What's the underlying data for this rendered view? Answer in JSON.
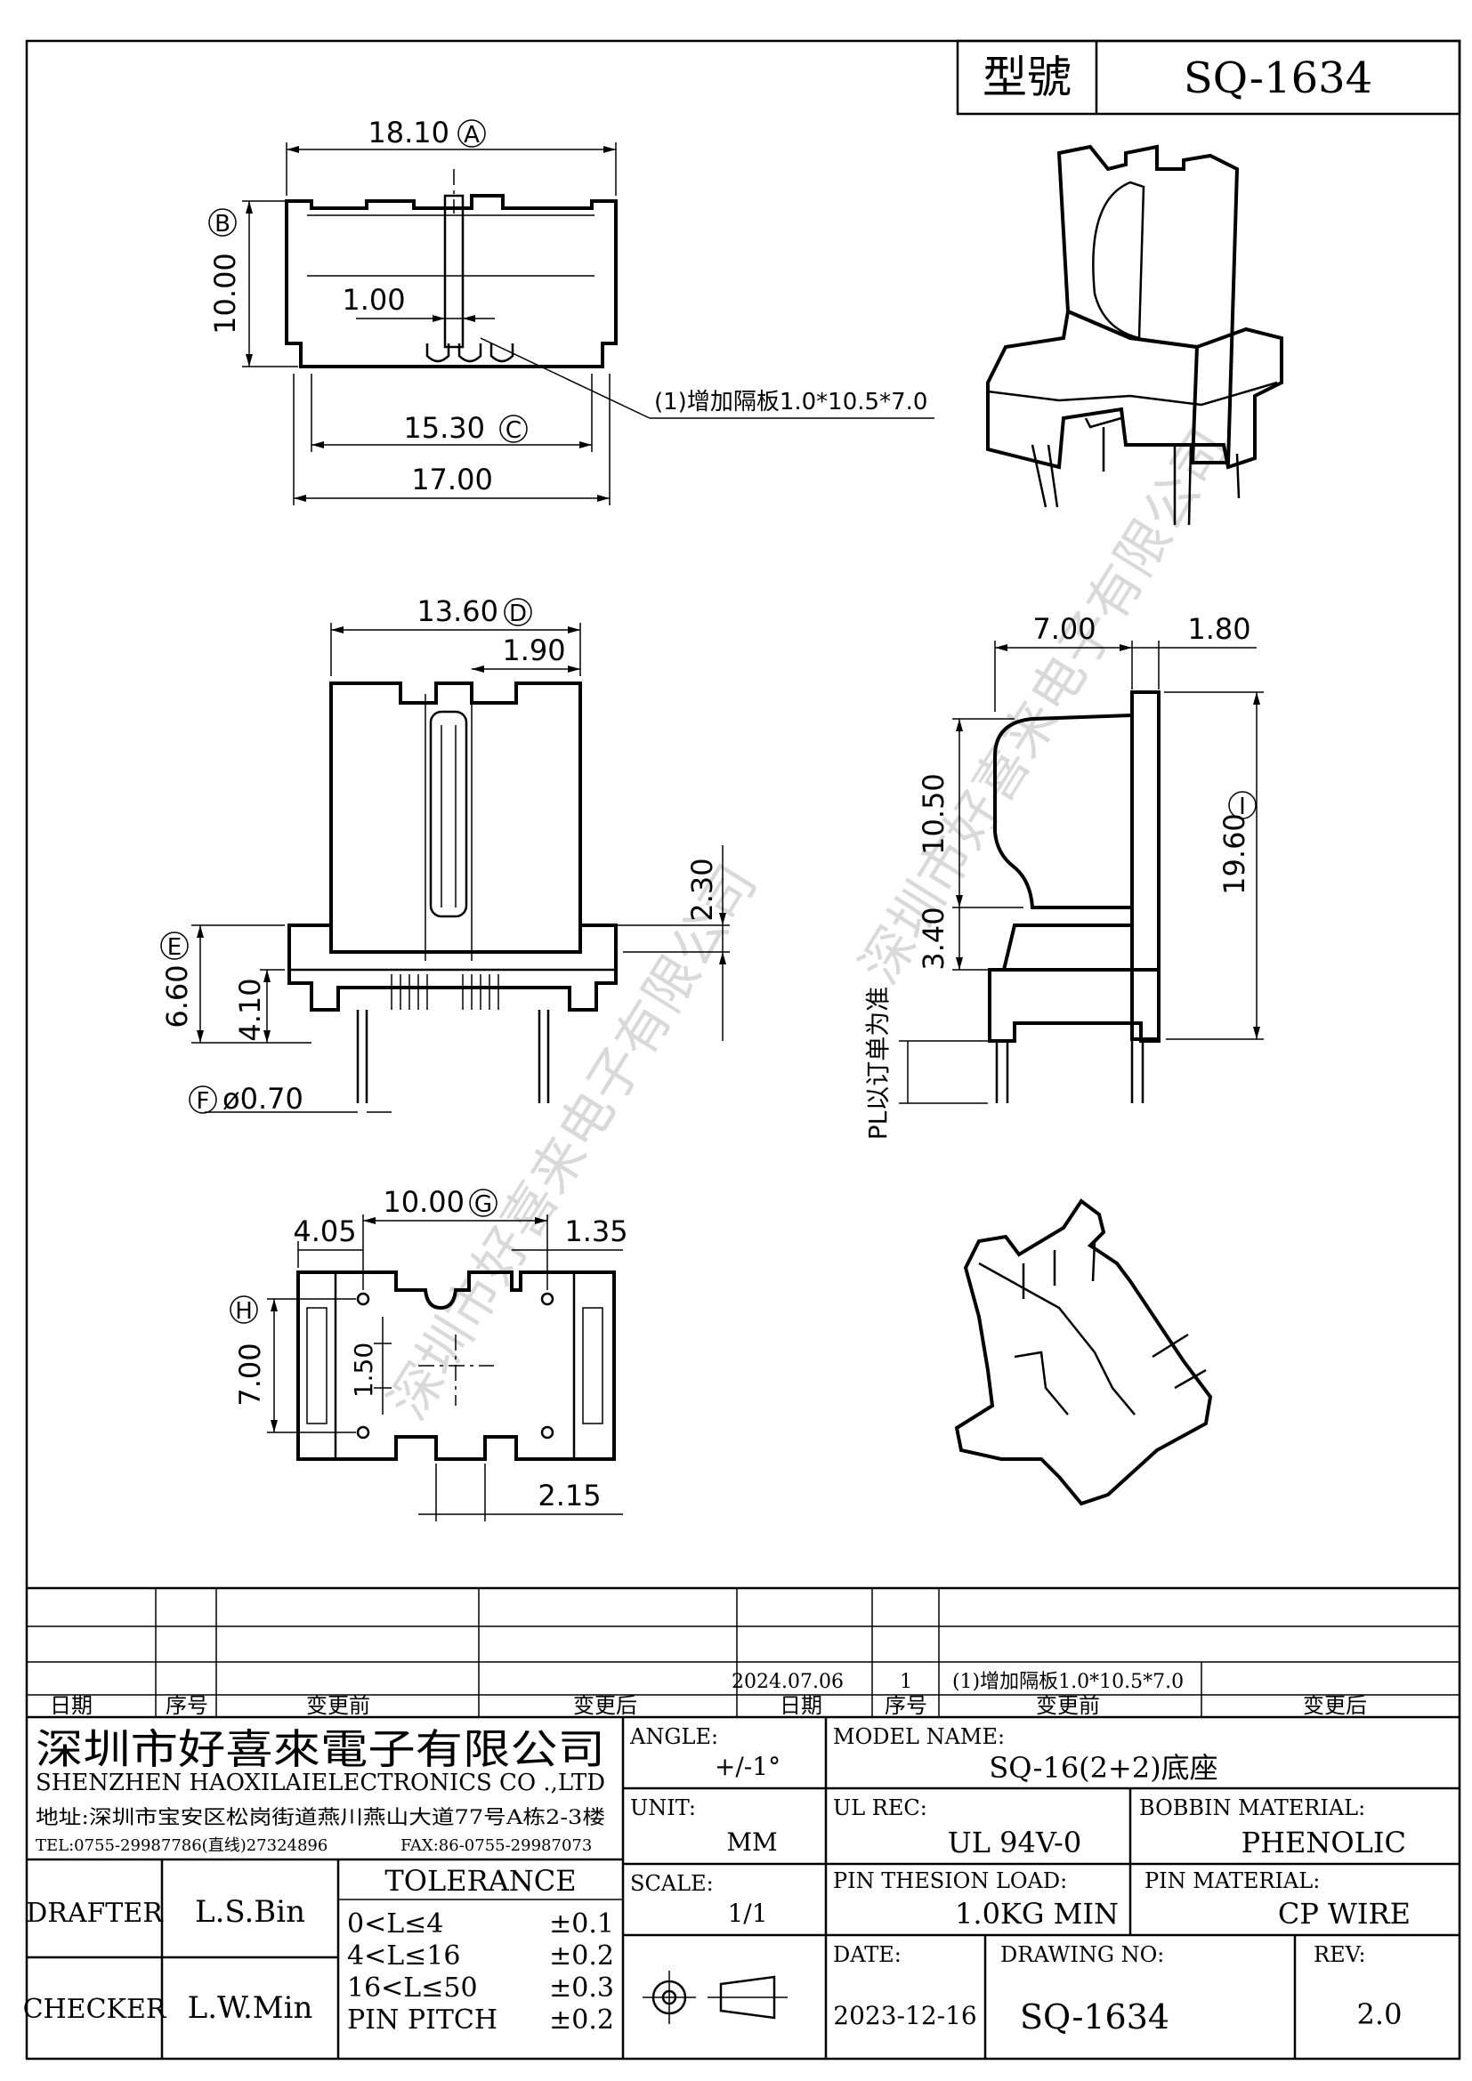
{
  "header": {
    "model_label": "型號",
    "model_value": "SQ-1634"
  },
  "top_view": {
    "width_overall": "18.10",
    "width_overall_ref": "A",
    "height": "10.00",
    "height_ref": "B",
    "slot": "1.00",
    "inner_width": "15.30",
    "inner_width_ref": "C",
    "base_width": "17.00",
    "note": "(1)增加隔板1.0*10.5*7.0"
  },
  "front_view": {
    "width": "13.60",
    "width_ref": "D",
    "notch": "1.90",
    "pin_offset": "2.30",
    "flange_height": "6.60",
    "flange_height_ref": "E",
    "base_height": "4.10",
    "pin_dia": "ø0.70",
    "pin_dia_ref": "F"
  },
  "side_view": {
    "depth": "7.00",
    "wall": "1.80",
    "upper": "10.50",
    "lower": "3.40",
    "total_height": "19.60",
    "total_height_ref": "I",
    "pl_note": "PL以订单为准"
  },
  "bottom_view": {
    "pitch": "10.00",
    "pitch_ref": "G",
    "left_edge": "4.05",
    "right_edge": "1.35",
    "row_spacing": "7.00",
    "row_spacing_ref": "H",
    "slot_width": "1.50",
    "bottom_offset": "2.15"
  },
  "watermark": "深圳市好喜来电子有限公司",
  "revision_table": {
    "headers": [
      "日期",
      "序号",
      "变更前",
      "变更后",
      "日期",
      "序号",
      "变更前",
      "变更后"
    ],
    "row_filled": {
      "date": "2024.07.06",
      "no": "1",
      "before": "(1)增加隔板1.0*10.5*7.0"
    }
  },
  "company": {
    "name_cn": "深圳市好喜來電子有限公司",
    "name_en": "SHENZHEN HAOXILAIELECTRONICS CO .,LTD",
    "address": "地址:深圳市宝安区松岗街道燕川燕山大道77号A栋2-3楼",
    "tel": "TEL:0755-29987786(直线)27324896",
    "fax": "FAX:86-0755-29987073"
  },
  "title_block": {
    "angle_label": "ANGLE:",
    "angle_value": "+/-1°",
    "unit_label": "UNIT:",
    "unit_value": "MM",
    "scale_label": "SCALE:",
    "scale_value": "1/1",
    "model_name_label": "MODEL NAME:",
    "model_name_value": "SQ-16(2+2)底座",
    "ul_label": "UL REC:",
    "ul_value": "UL 94V-0",
    "bobbin_label": "BOBBIN MATERIAL:",
    "bobbin_value": "PHENOLIC",
    "pin_load_label": "PIN THESION LOAD:",
    "pin_load_value": "1.0KG MIN",
    "pin_mat_label": "PIN MATERIAL:",
    "pin_mat_value": "CP  WIRE",
    "date_label": "DATE:",
    "date_value": "2023-12-16",
    "drawing_label": "DRAWING NO:",
    "drawing_value": "SQ-1634",
    "rev_label": "REV:",
    "rev_value": "2.0",
    "drafter_label": "DRAFTER",
    "drafter_value": "L.S.Bin",
    "checker_label": "CHECKER",
    "checker_value": "L.W.Min",
    "tolerance_title": "TOLERANCE",
    "tolerance": [
      {
        "range": "0<L≤4",
        "value": "±0.1"
      },
      {
        "range": "4<L≤16",
        "value": "±0.2"
      },
      {
        "range": "16<L≤50",
        "value": "±0.3"
      },
      {
        "range": "PIN PITCH",
        "value": "±0.2"
      }
    ]
  }
}
